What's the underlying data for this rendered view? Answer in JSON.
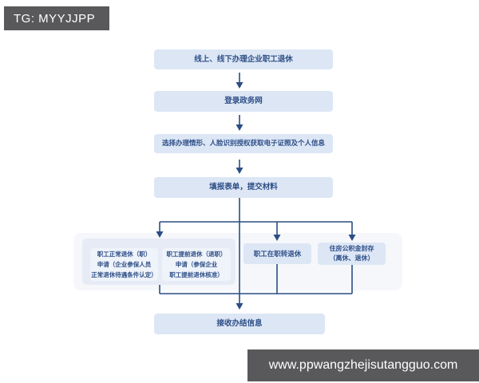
{
  "watermark_top": {
    "label": "TG: MYYJJPP"
  },
  "watermark_bottom": {
    "label": "www.ppwangzhejisutangguo.com"
  },
  "colors": {
    "flow_box_fill": "#dce6f5",
    "flow_box_text": "#2e4f87",
    "arrow_line": "#2a4d84",
    "branch_panel_fill": "#f6f7fb",
    "branch_group_fill": "#e7ebf6",
    "branch_subbox_fill": "#eff3fa",
    "badge_background": "#59595b",
    "badge_text": "#ffffff",
    "page_background": "#ffffff"
  },
  "flow": {
    "steps": [
      {
        "label": "线上、线下办理企业职工退休"
      },
      {
        "label": "登录政务网"
      },
      {
        "label": "选择办理情形、人脸识别授权获取电子证照及个人信息"
      },
      {
        "label": "填报表单，提交材料"
      }
    ],
    "branches": [
      {
        "name": "normal-retirement-application",
        "lines": [
          "职工正常退休（职）",
          "申请（企业参保人员",
          "正常退休待遇条件认定）"
        ]
      },
      {
        "name": "early-retirement-application",
        "lines": [
          "职工提前退休（退职）",
          "申请（参保企业",
          "职工提前退休核准）"
        ]
      },
      {
        "name": "in-service-to-retired",
        "lines": [
          "职工在职转退休"
        ]
      },
      {
        "name": "housing-fund-sealing",
        "lines": [
          "住房公积金封存",
          "（离休、退休）"
        ]
      }
    ],
    "final_step": {
      "label": "接收办结信息"
    }
  }
}
